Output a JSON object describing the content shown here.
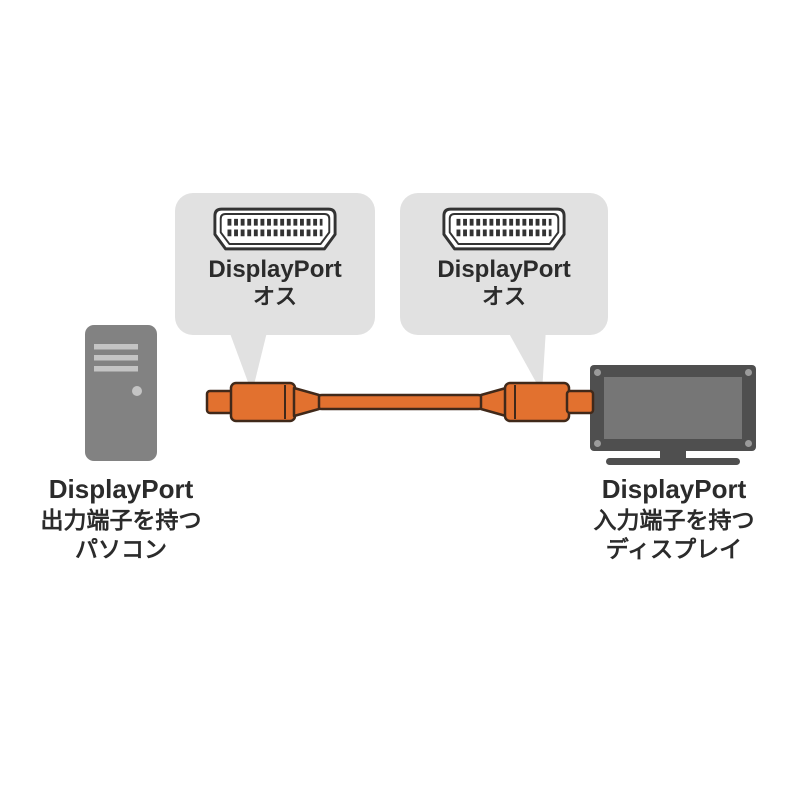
{
  "callouts": {
    "left": {
      "title": "DisplayPort",
      "subtitle": "オス"
    },
    "right": {
      "title": "DisplayPort",
      "subtitle": "オス"
    }
  },
  "captions": {
    "pc": [
      "DisplayPort",
      "出力端子を持つ",
      "パソコン"
    ],
    "display": [
      "DisplayPort",
      "入力端子を持つ",
      "ディスプレイ"
    ]
  },
  "icons": {
    "left_connector": "displayport-male-connector-icon",
    "right_connector": "displayport-male-connector-icon"
  },
  "colors": {
    "background": "#ffffff",
    "bubble": "#e1e1e1",
    "cable_fill": "#e2712f",
    "cable_outline": "#40291a",
    "pc_body": "#828282",
    "pc_detail": "#c4c4c4",
    "monitor_body": "#4f4f4f",
    "monitor_screen": "#767676",
    "monitor_screw": "#9b9b9b",
    "text": "#2b2b2b",
    "connector_icon_outline": "#333333"
  }
}
